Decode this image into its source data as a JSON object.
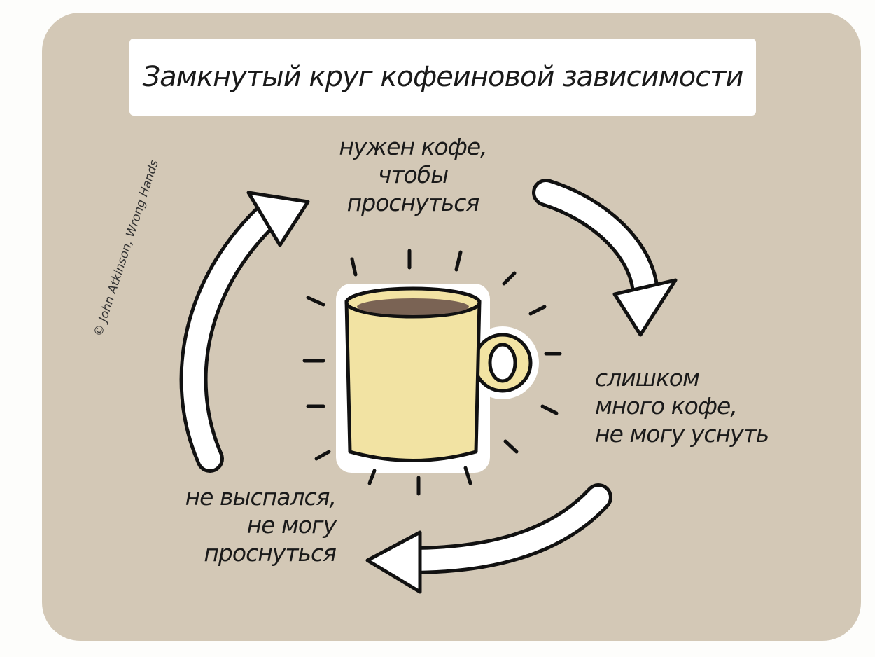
{
  "title": "Замкнутый круг кофеиновой зависимости",
  "cycle": [
    {
      "lines": [
        "нужен кофе,",
        "чтобы",
        "проснуться"
      ]
    },
    {
      "lines": [
        "слишком",
        "много кофе,",
        "не могу уснуть"
      ]
    },
    {
      "lines": [
        "не выспался,",
        "не могу",
        "проснуться"
      ]
    }
  ],
  "credit": "© John Atkinson, Wrong Hands",
  "colors": {
    "panel": "#d3c8b6",
    "mug": "#f2e3a3",
    "coffee": "#7a6354"
  }
}
